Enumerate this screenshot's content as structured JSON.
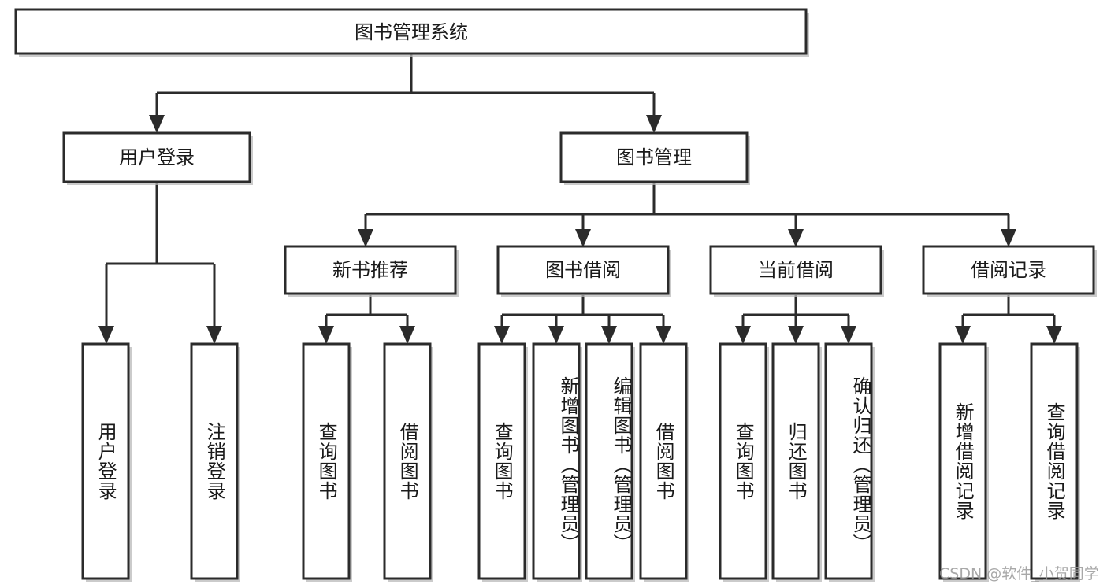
{
  "diagram": {
    "title": "图书管理系统",
    "type": "tree-hierarchy-chart",
    "colors": {
      "background": "#ffffff",
      "box_stroke": "#2b2b2b",
      "box_fill": "#ffffff",
      "connector": "#2b2b2b",
      "text": "#1a1a1a",
      "watermark": "#9a9a9a"
    },
    "root": {
      "label": "图书管理系统"
    },
    "level1": [
      {
        "label": "用户登录"
      },
      {
        "label": "图书管理"
      }
    ],
    "level2": [
      {
        "label": "新书推荐"
      },
      {
        "label": "图书借阅"
      },
      {
        "label": "当前借阅"
      },
      {
        "label": "借阅记录"
      }
    ],
    "leaves": {
      "user_login": [
        {
          "label": "用户登录"
        },
        {
          "label": "注销登录"
        }
      ],
      "new_book_recommend": [
        {
          "label": "查询图书"
        },
        {
          "label": "借阅图书"
        }
      ],
      "book_borrow": [
        {
          "label": "查询图书"
        },
        {
          "label": "新增图书（管理员）"
        },
        {
          "label": "编辑图书（管理员）"
        },
        {
          "label": "借阅图书"
        }
      ],
      "current_borrow": [
        {
          "label": "查询图书"
        },
        {
          "label": "归还图书"
        },
        {
          "label": "确认归还（管理员）"
        }
      ],
      "borrow_record": [
        {
          "label": "新增借阅记录"
        },
        {
          "label": "查询借阅记录"
        }
      ]
    },
    "watermark": "CSDN @软件_小贺同学"
  }
}
